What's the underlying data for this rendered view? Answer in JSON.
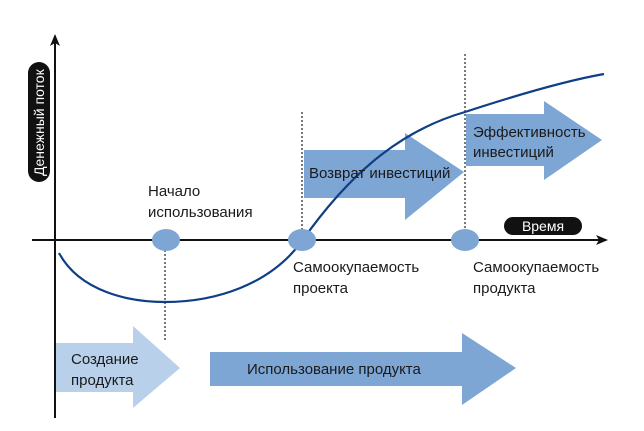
{
  "axes": {
    "y_label": "Денежный поток",
    "x_label": "Время"
  },
  "milestones": [
    {
      "id": "start-use",
      "label_lines": [
        "Начало",
        "использования"
      ]
    },
    {
      "id": "project-payback",
      "label_lines": [
        "Самоокупаемость",
        "проекта"
      ]
    },
    {
      "id": "product-payback",
      "label_lines": [
        "Самоокупаемость",
        "продукта"
      ]
    }
  ],
  "arrows": {
    "return_investment": {
      "label": "Возврат инвестиций"
    },
    "investment_efficiency": {
      "label_lines": [
        "Эффективность",
        "инвестиций"
      ]
    },
    "product_creation": {
      "label_lines": [
        "Создание",
        "продукта"
      ]
    },
    "product_usage": {
      "label": "Использование продукта"
    }
  },
  "colors": {
    "arrow_dark": "#7ea6d4",
    "arrow_light": "#b8d0ea",
    "curve": "#0f3f86",
    "milestone": "#7ea6d4",
    "axis": "#111111",
    "pill": "#111111"
  }
}
